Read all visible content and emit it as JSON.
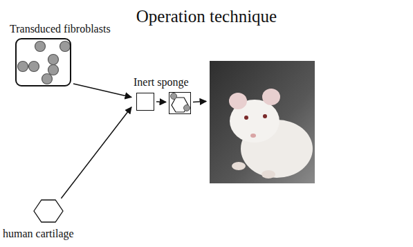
{
  "diagram": {
    "title": "Operation technique",
    "nodes": [
      {
        "text": [
          "Transduced fibroblasts"
        ]
      },
      {
        "text": [
          "Inert sponge"
        ]
      },
      {
        "text": []
      },
      {
        "text": []
      },
      {
        "text": [
          "human cartilage"
        ]
      }
    ],
    "edges": [
      {
        "from": 0,
        "to": 1,
        "arrow": "to"
      },
      {
        "from": 4,
        "to": 1,
        "arrow": "to"
      },
      {
        "from": 1,
        "to": 2,
        "arrow": "to"
      },
      {
        "from": 2,
        "to": 3,
        "arrow": "to"
      }
    ]
  }
}
